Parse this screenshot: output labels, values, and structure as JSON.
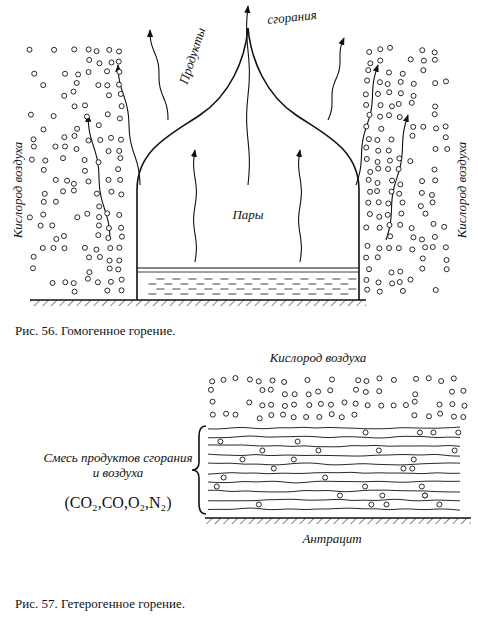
{
  "diagram": {
    "nodes": [
      {
        "text": [
          "Пары"
        ]
      }
    ],
    "labels": [
      "Продукты",
      "сгорания",
      "Кислород воздуха",
      "Кислород воздуха",
      "Рис. 56. Гомогенное горение.",
      "Кислород воздуха",
      "Смесь продуктов сгорания и воздуха",
      "(CO₂,CO,O₂,N₂)",
      "Антрацит",
      "Рис. 57. Гетерогенное горение."
    ]
  }
}
